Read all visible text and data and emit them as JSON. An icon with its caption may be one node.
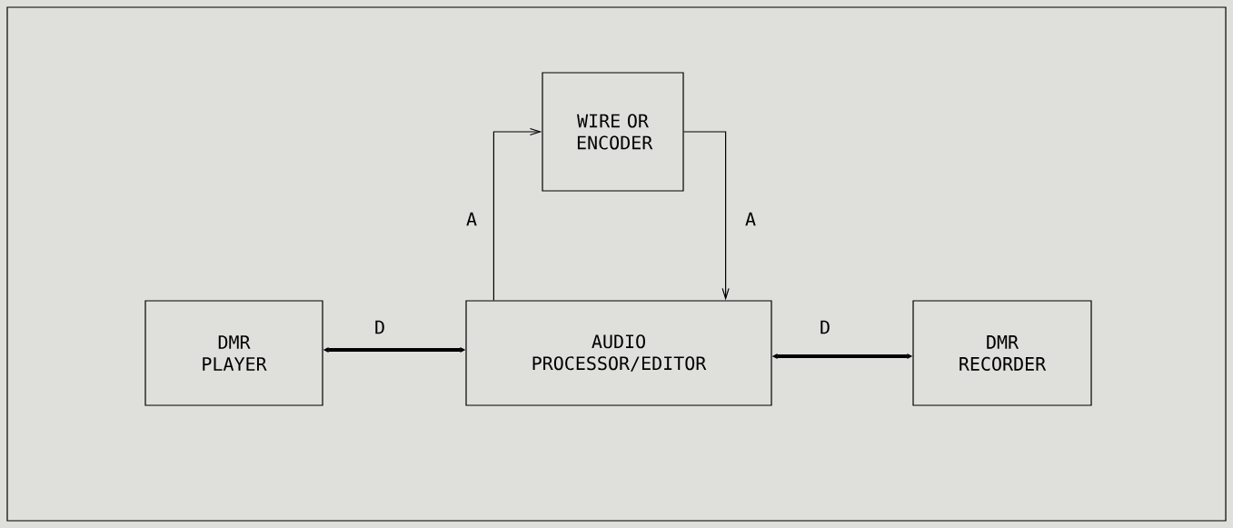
{
  "diagram": {
    "nodes": [
      {
        "text": [
          "WIRE OR ENCODER"
        ]
      },
      {
        "text": [
          "DMR PLAYER"
        ]
      },
      {
        "text": [
          "AUDIO PROCESSOR/EDITOR"
        ]
      },
      {
        "text": [
          "DMR RECORDER"
        ]
      }
    ],
    "edges": [
      {
        "from": 2,
        "to": 0,
        "arrow": "to",
        "label": "A"
      },
      {
        "from": 0,
        "to": 2,
        "arrow": "to",
        "label": "A"
      },
      {
        "from": 1,
        "to": 2,
        "arrow": "both",
        "label": "D",
        "style": "thick"
      },
      {
        "from": 2,
        "to": 3,
        "arrow": "both",
        "label": "D",
        "style": "thick"
      }
    ]
  }
}
